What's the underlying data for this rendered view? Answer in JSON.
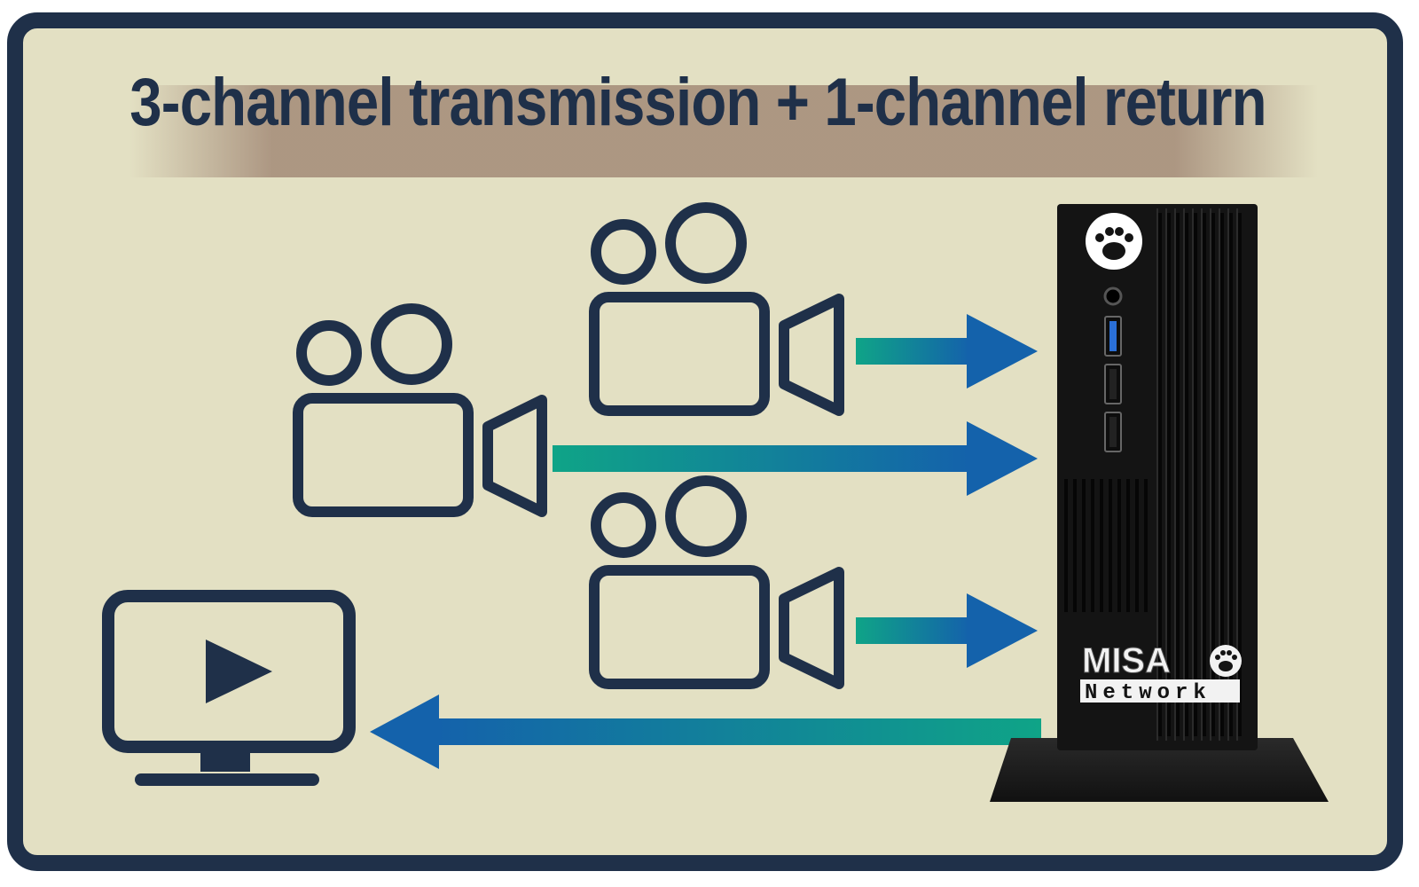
{
  "title": "3-channel transmission + 1-channel return",
  "device": {
    "logo_line1": "MISA",
    "logo_line2": "Network"
  },
  "colors": {
    "frame": "#1f3049",
    "background": "#e3e0c3",
    "icon_stroke": "#1f3049",
    "arrow_green": "#0fa487",
    "arrow_blue": "#1462ab",
    "title_band": "#a38a77",
    "device_body": "#141414"
  },
  "icons": {
    "cameras": [
      "video-camera-icon",
      "video-camera-icon",
      "video-camera-icon"
    ],
    "monitor": "monitor-play-icon",
    "device": "mini-pc-tower",
    "device_badge": "paw-print-icon"
  },
  "flows": [
    {
      "from": "camera-1",
      "to": "pc",
      "direction": "transmission"
    },
    {
      "from": "camera-2",
      "to": "pc",
      "direction": "transmission"
    },
    {
      "from": "camera-3",
      "to": "pc",
      "direction": "transmission"
    },
    {
      "from": "pc",
      "to": "monitor",
      "direction": "return"
    }
  ]
}
